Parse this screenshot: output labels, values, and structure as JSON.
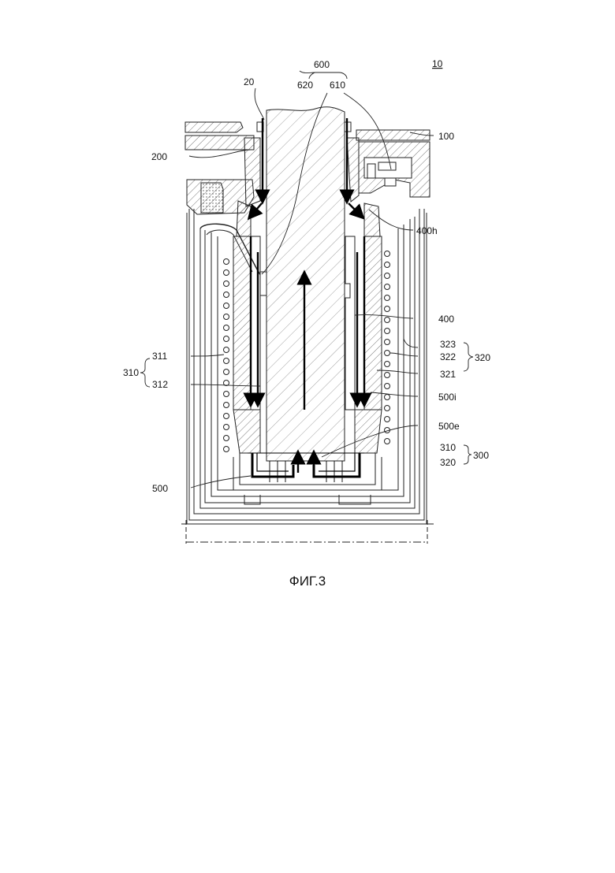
{
  "figure": {
    "caption": "ФИГ.3",
    "ref_labels": {
      "device": "10",
      "container": "100",
      "inlet": "20",
      "lid": "200",
      "heater_group": "300",
      "heater_a": "310",
      "heater_a_coil": "311",
      "heater_a_body": "312",
      "heater_b": "320",
      "heater_b_inner": "321",
      "heater_b_coil": "322",
      "heater_b_outer": "323",
      "heater_group_a": "310",
      "heater_group_b": "320",
      "sleeve": "400",
      "sleeve_hole": "400h",
      "chamber": "500",
      "chamber_inner": "500i",
      "chamber_exit": "500e",
      "insert": "600",
      "insert_a": "620",
      "insert_b": "610"
    }
  }
}
